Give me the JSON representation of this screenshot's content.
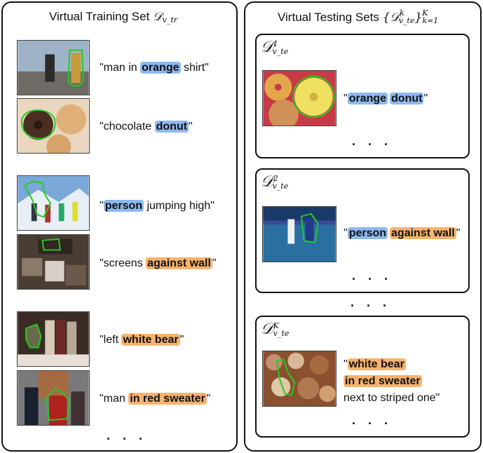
{
  "left_panel": {
    "title": "Virtual Training Set",
    "title_math": "𝒟",
    "title_sub": "v_tr",
    "items": [
      {
        "q1": "\"man in ",
        "hl": "orange",
        "hl_color": "#8db9f0",
        "q2": " shirt\""
      },
      {
        "q1": "\"chocolate ",
        "hl": "donut",
        "hl_color": "#8db9f0",
        "q2": "\""
      },
      {
        "q1": "\"",
        "hl": "person",
        "hl_color": "#8db9f0",
        "q2": " jumping high\""
      },
      {
        "q1": "\"screens ",
        "hl": "against wall",
        "hl_color": "#f7b36c",
        "q2": "\""
      },
      {
        "q1": "\"left ",
        "hl": "white bear",
        "hl_color": "#f7b36c",
        "q2": "\""
      },
      {
        "q1": "\"man ",
        "hl": "in red sweater",
        "hl_color": "#f7b36c",
        "q2": "\""
      }
    ],
    "ellipsis": "· · ·"
  },
  "right_panel": {
    "title": "Virtual Testing Sets",
    "title_math": "{𝒟",
    "title_sup": "k",
    "title_sub": "v_te",
    "title_close": "}",
    "title_range_sup": "K",
    "title_range_sub": "k=1",
    "cards": [
      {
        "label": "𝒟",
        "label_sup": "1",
        "label_sub": "v_te",
        "chip1": "orange",
        "chip2": "donut",
        "dots": "· · ·"
      },
      {
        "label": "𝒟",
        "label_sup": "2",
        "label_sub": "v_te",
        "chip1": "person",
        "chip2": "against wall",
        "dots": "· · ·"
      },
      {
        "label": "𝒟",
        "label_sup": "K",
        "label_sub": "v_te",
        "line1": "white bear",
        "line2": "in red sweater",
        "line3": "next to striped one\"",
        "dots": "· · ·"
      }
    ],
    "between_dots": "· · ·"
  },
  "colors": {
    "blue": "#8db9f0",
    "orange": "#f7b36c",
    "mask": "#22cc22"
  }
}
